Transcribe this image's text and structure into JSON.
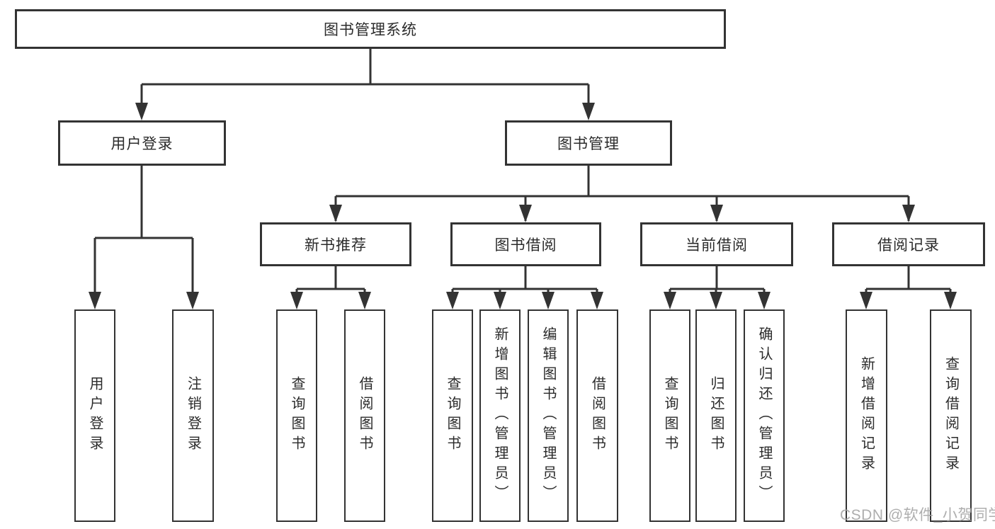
{
  "diagram_title": "图书管理系统",
  "nodes": {
    "root": "图书管理系统",
    "user_login": "用户登录",
    "book_mgmt": "图书管理",
    "new_books": "新书推荐",
    "book_borrow": "图书借阅",
    "current_borrow": "当前借阅",
    "borrow_records": "借阅记录",
    "ul_login": "用户登录",
    "ul_logout": "注销登录",
    "nb_query": "查询图书",
    "nb_borrow": "借阅图书",
    "bb_query": "查询图书",
    "bb_add": "新增图书（管理员）",
    "bb_edit": "编辑图书（管理员）",
    "bb_borrow": "借阅图书",
    "cb_query": "查询图书",
    "cb_return": "归还图书",
    "cb_confirm": "确认归还（管理员）",
    "br_add": "新增借阅记录",
    "br_query": "查询借阅记录"
  },
  "hierarchy": {
    "图书管理系统": {
      "用户登录": [
        "用户登录",
        "注销登录"
      ],
      "图书管理": {
        "新书推荐": [
          "查询图书",
          "借阅图书"
        ],
        "图书借阅": [
          "查询图书",
          "新增图书（管理员）",
          "编辑图书（管理员）",
          "借阅图书"
        ],
        "当前借阅": [
          "查询图书",
          "归还图书",
          "确认归还（管理员）"
        ],
        "借阅记录": [
          "新增借阅记录",
          "查询借阅记录"
        ]
      }
    }
  },
  "watermark": "CSDN @软件_小贺同学",
  "colors": {
    "line": "#333333",
    "text": "#2b2b2b",
    "watermark": "#a5a5a5",
    "background": "#ffffff"
  }
}
